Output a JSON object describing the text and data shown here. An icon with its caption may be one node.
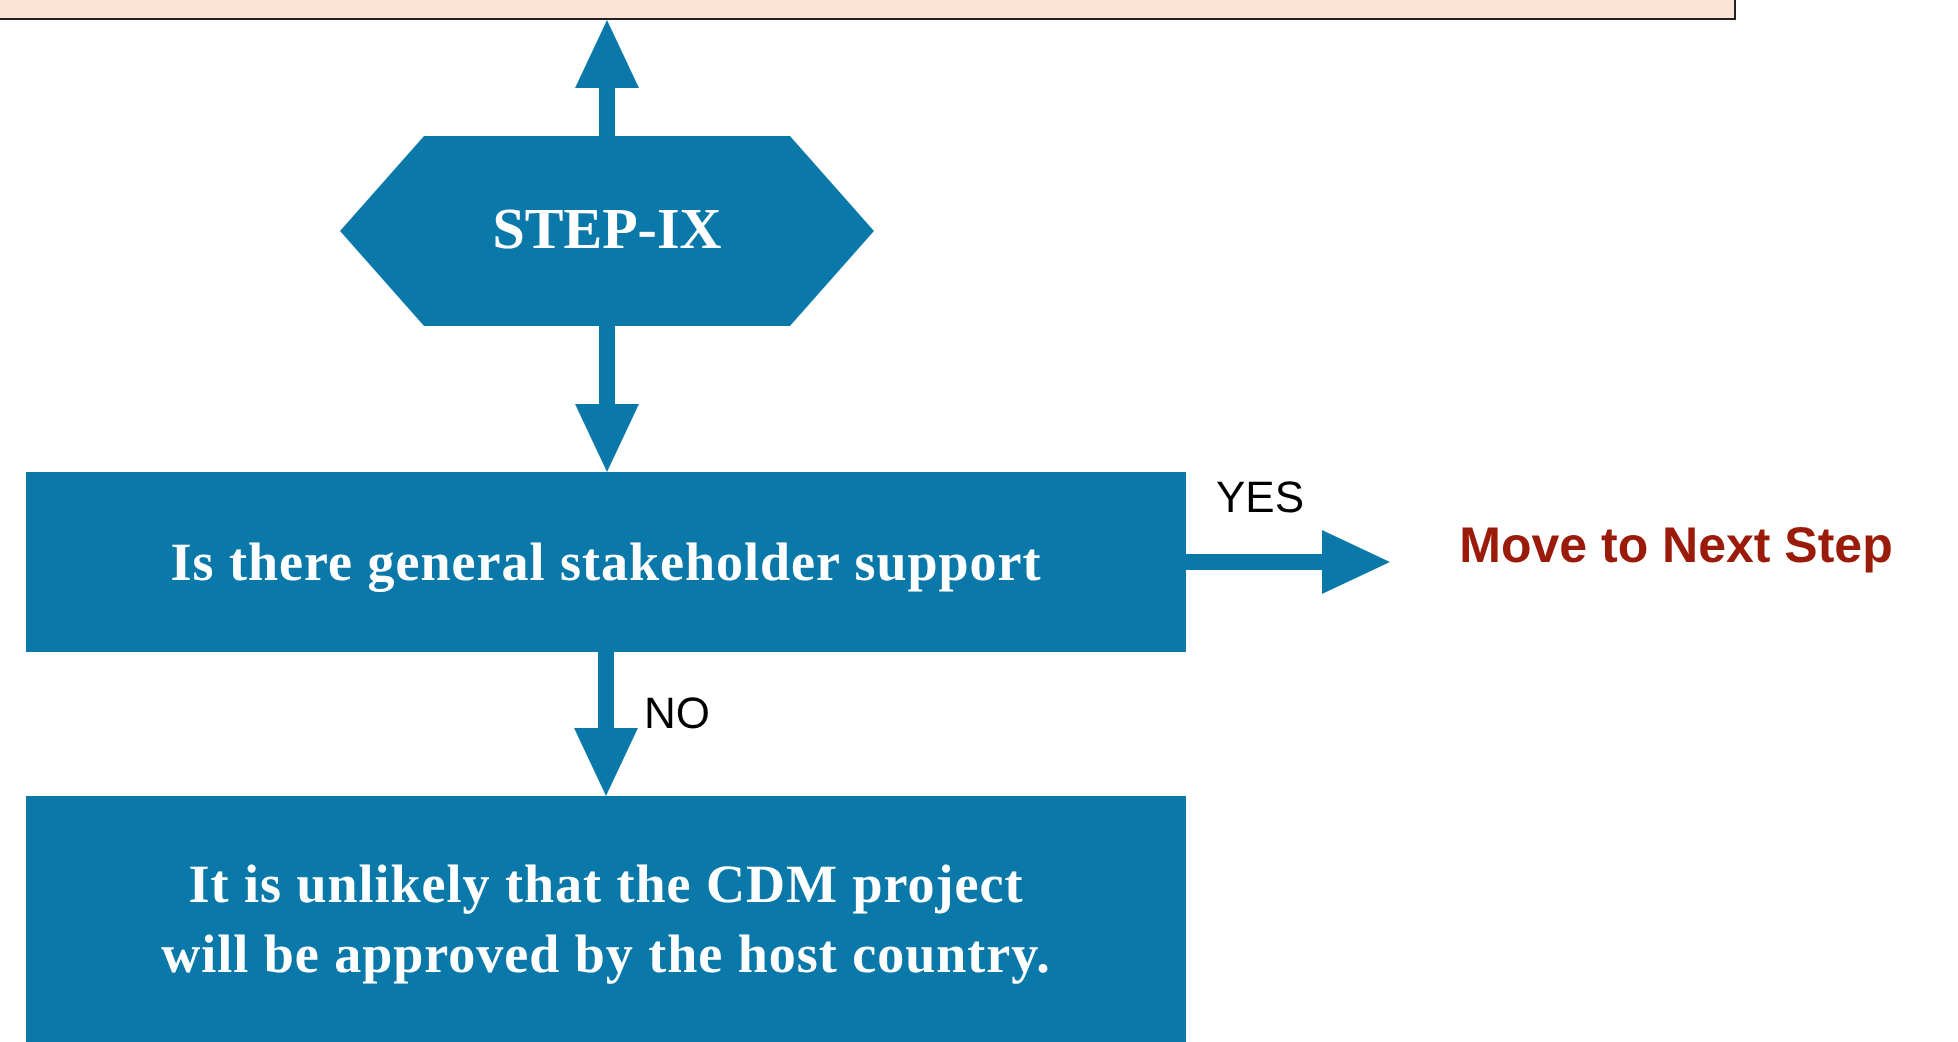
{
  "diagram": {
    "nodes": [
      {
        "text": [],
        "shape": "box"
      },
      {
        "text": [
          "STEP-IX"
        ]
      },
      {
        "text": [
          "Is there general stakeholder support"
        ]
      },
      {
        "text": [
          "Move to Next Step"
        ]
      },
      {
        "text": [
          "It is unlikely that the CDM project will be approved by the host country."
        ]
      }
    ],
    "edges": [
      {
        "from": 1,
        "to": 0,
        "arrow": "to"
      },
      {
        "from": 1,
        "to": 2,
        "arrow": "to"
      },
      {
        "from": 2,
        "to": 3,
        "arrow": "to",
        "label": "YES"
      },
      {
        "from": 2,
        "to": 4,
        "arrow": "to",
        "label": "NO"
      }
    ]
  }
}
